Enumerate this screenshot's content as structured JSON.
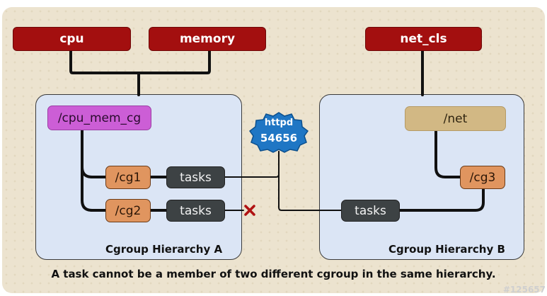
{
  "controllers": {
    "cpu": "cpu",
    "memory": "memory",
    "net_cls": "net_cls"
  },
  "hierarchy_a": {
    "label": "Cgroup Hierarchy A",
    "root": "/cpu_mem_cg",
    "cg1": "/cg1",
    "cg2": "/cg2",
    "tasks1": "tasks",
    "tasks2": "tasks"
  },
  "hierarchy_b": {
    "label": "Cgroup Hierarchy B",
    "root": "/net",
    "cg3": "/cg3",
    "tasks": "tasks"
  },
  "process": {
    "name": "httpd",
    "pid": "54656"
  },
  "caption": "A task cannot be a member of two different cgroup in the same hierarchy.",
  "watermark": "#125657",
  "colors": {
    "controller": "#a30f0f",
    "hierarchy_fill": "#dbe5f5",
    "cgroup": "#e0955f",
    "tasks": "#3d4244",
    "root_a": "#cc5ed6",
    "root_b": "#d2b884",
    "badge": "#1f76c4",
    "forbidden_mark": "#b01212"
  }
}
